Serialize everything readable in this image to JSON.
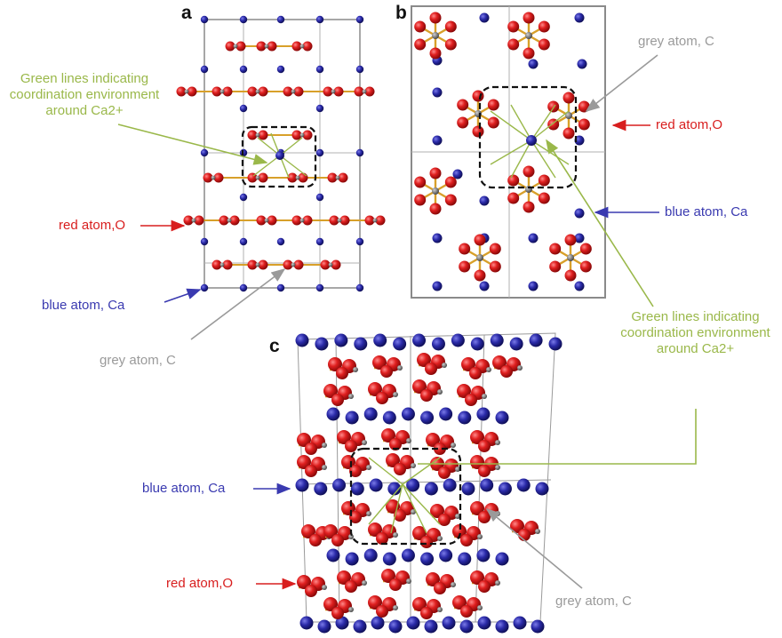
{
  "panels": {
    "a": "a",
    "b": "b",
    "c": "c"
  },
  "labels": {
    "a_green": "Green lines indicating coordination environment around Ca2+",
    "a_red": "red atom,O",
    "a_blue": "blue atom, Ca",
    "a_grey": "grey atom, C",
    "b_grey": "grey atom, C",
    "b_red": "red atom,O",
    "b_blue": "blue atom, Ca",
    "b_green": "Green lines indicating coordination environment around Ca2+",
    "c_blue": "blue atom, Ca",
    "c_red": "red atom,O",
    "c_grey": "grey atom, C"
  },
  "colors": {
    "oxygen": "#d81e1e",
    "calcium": "#2a2aa8",
    "carbon": "#7a7a7a",
    "bond": "#d8a02a",
    "green": "#9ab84a",
    "grey_text": "#9a9a9a",
    "cell": "#8a8a8a"
  }
}
